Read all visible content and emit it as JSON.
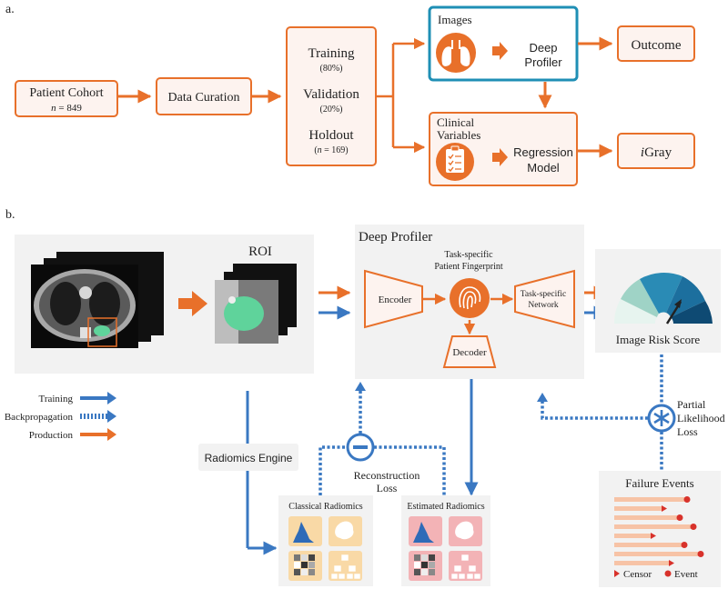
{
  "panel_a": {
    "label": "a.",
    "cohort": {
      "title": "Patient Cohort",
      "n_label": "n",
      "n_value": "= 849"
    },
    "curation": "Data Curation",
    "splits": [
      {
        "name": "Training",
        "pct": "(80%)"
      },
      {
        "name": "Validation",
        "pct": "(20%)"
      },
      {
        "name": "Holdout",
        "pct_prefix": "(",
        "n": "n",
        "pct_suffix": " = 169)"
      }
    ],
    "images": {
      "title": "Images",
      "model_line1": "Deep",
      "model_line2": "Profiler"
    },
    "clinical": {
      "title_line1": "Clinical",
      "title_line2": "Variables",
      "model_line1": "Regression",
      "model_line2": "Model"
    },
    "outcome": "Outcome",
    "igray": {
      "prefix": "i",
      "rest": "Gray"
    }
  },
  "panel_b": {
    "label": "b.",
    "roi": "ROI",
    "deep_profiler": {
      "title": "Deep Profiler",
      "encoder": "Encoder",
      "fingerprint_line1": "Task-specific",
      "fingerprint_line2": "Patient Fingerprint",
      "task_net_line1": "Task-specific",
      "task_net_line2": "Network",
      "decoder": "Decoder"
    },
    "risk_score": "Image Risk Score",
    "legend": [
      {
        "name": "Training",
        "style": "solid",
        "color": "#3a78c2"
      },
      {
        "name": "Backpropagation",
        "style": "dotted",
        "color": "#3a78c2"
      },
      {
        "name": "Production",
        "style": "solid",
        "color": "#e8702a"
      }
    ],
    "radiomics_engine": "Radiomics Engine",
    "reconstruction_line1": "Reconstruction",
    "reconstruction_line2": "Loss",
    "partial_line1": "Partial",
    "partial_line2": "Likelihood",
    "partial_line3": "Loss",
    "classical": "Classical Radiomics",
    "estimated": "Estimated Radiomics",
    "failure": {
      "title": "Failure Events",
      "censor": "Censor",
      "event": "Event"
    }
  },
  "colors": {
    "orange": "#e8702a",
    "blue": "#3a78c2",
    "teal_border": "#1f8fb5",
    "box_fill": "#fdf3ef",
    "panel_gray": "#f2f2f2",
    "lung_green": "#5fd39b"
  }
}
